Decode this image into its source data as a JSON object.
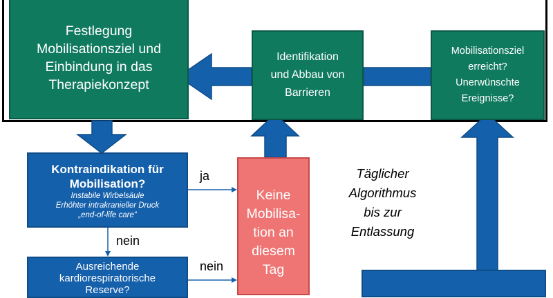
{
  "boxes": {
    "festlegung": [
      "Festlegung",
      "Mobilisationsziel und",
      "Einbindung in das",
      "Therapiekonzept"
    ],
    "barrieren": [
      "Identifikation",
      "und Abbau von",
      "Barrieren"
    ],
    "ziel": [
      "Mobilisationsziel",
      "erreicht?",
      "Unerwünschte",
      "Ereignisse?"
    ],
    "kontraindikation": {
      "title": [
        "Kontraindikation für",
        "Mobilisation?"
      ],
      "items": [
        "Instabile Wirbelsäule",
        "Erhöhter intrakranieller Druck",
        "„end-of-life care“"
      ]
    },
    "keine_mobilisation": [
      "Keine",
      "Mobilisa-",
      "tion an",
      "diesem",
      "Tag"
    ],
    "kardio": [
      "Ausreichende",
      "kardiorespiratorische",
      "Reserve?"
    ]
  },
  "labels": {
    "ja": "ja",
    "nein_down": "nein",
    "nein_right": "nein"
  },
  "center_text": [
    "Täglicher",
    "Algorithmus",
    "bis zur",
    "Entlassung"
  ],
  "colors": {
    "green": "#107a5f",
    "blue": "#1560ab",
    "red": "#ef7474"
  }
}
